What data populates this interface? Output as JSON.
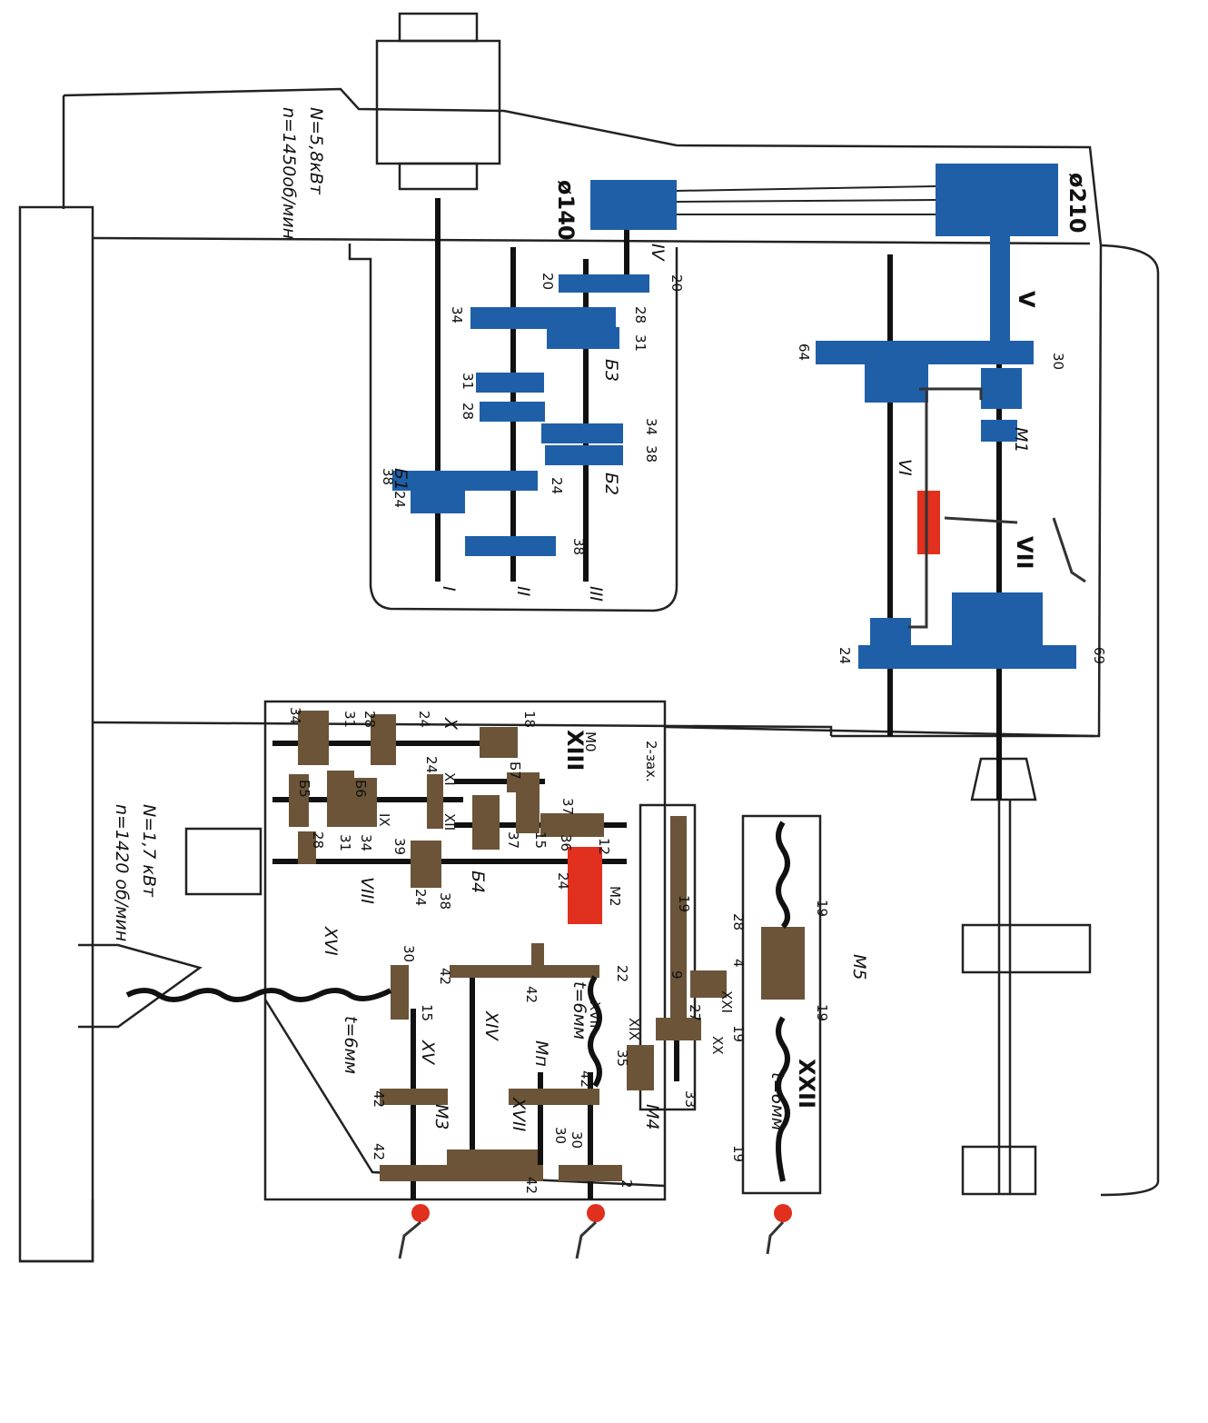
{
  "colors": {
    "frame": "#222222",
    "spindle_gear": "#1f5fa8",
    "feed_gear": "#6b5438",
    "clutch": "#e1301e",
    "shaft": "#111111"
  },
  "main_motor": {
    "power": "N=5,8кВт",
    "speed": "n=1450об/мин"
  },
  "feed_motor": {
    "power": "N=1,7 кВт",
    "speed": "n=1420 об/мин"
  },
  "pulleys": {
    "small": "ø140",
    "large": "ø210"
  },
  "shaft_labels": {
    "s1": "I",
    "s2": "II",
    "s3": "III",
    "s4": "IV",
    "s5": "V",
    "s6": "VI",
    "s7": "VII",
    "s8": "VIII",
    "s9": "IX",
    "s10": "X",
    "s11": "XI",
    "s12": "XII",
    "s13": "XIII",
    "s14": "XIV",
    "s15": "XV",
    "s16": "XVI",
    "s17": "XVII",
    "s17b": "XVII",
    "s19": "XIX",
    "s20": "XX",
    "s21": "XXI",
    "s22": "XXII"
  },
  "blocks": {
    "b1": "Б1",
    "b2": "Б2",
    "b3": "Б3",
    "b4": "Б4",
    "b5": "Б5",
    "b6": "Б6",
    "b7": "Б7"
  },
  "clutches": {
    "m0": "M0",
    "m1": "M1",
    "m2": "M2",
    "m3": "M3",
    "m4": "M4",
    "m5": "M5",
    "mp": "Mп"
  },
  "notes": {
    "two_start": "2-зах.",
    "pitch_a": "t=6мм",
    "pitch_b": "t=6мм",
    "pitch_c": "t=6мм"
  },
  "teeth": {
    "t20a": "20",
    "t20b": "20",
    "t34a": "34",
    "t28a": "28",
    "t31a": "31",
    "t31b": "31",
    "t28b": "28",
    "t34b": "34",
    "t38a": "38",
    "t38b": "38",
    "t24a": "24",
    "t24b": "24",
    "t38c": "38",
    "t30a": "30",
    "t64": "64",
    "t24c": "24",
    "t69": "69",
    "t34c": "34",
    "t28c": "28",
    "t24d": "24",
    "t18": "18",
    "t31c": "31",
    "t24e": "24",
    "t37a": "37",
    "t37b": "37",
    "t15a": "15",
    "t36": "36",
    "t12": "12",
    "t28d": "28",
    "t31d": "31",
    "t34d": "34",
    "t39": "39",
    "t24f": "24",
    "t38d": "38",
    "t24g": "24",
    "t30b": "30",
    "t42a": "42",
    "t22": "22",
    "t42b": "42",
    "t15b": "15",
    "t35": "35",
    "t42c": "42",
    "t42d": "42",
    "t42e": "42",
    "t42f": "42",
    "t30c": "30",
    "t30d": "30",
    "t2": "2",
    "t19a": "19",
    "t28e": "28",
    "t4": "4",
    "t9": "9",
    "t27": "27",
    "t19b": "19",
    "t33": "33",
    "t19c": "19",
    "t19d": "19",
    "t19e": "19"
  }
}
